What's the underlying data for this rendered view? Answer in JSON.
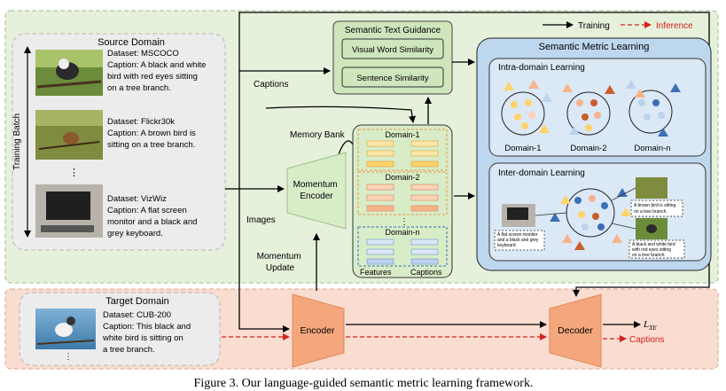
{
  "caption": "Figure 3. Our language-guided semantic metric learning framework.",
  "legend": {
    "training": "Training",
    "inference": "Inference"
  },
  "source": {
    "title": "Source Domain",
    "batch_label": "Training Batch",
    "items": [
      {
        "dataset": "Dataset: MSCOCO",
        "cap1": "Caption: A black and white",
        "cap2": "bird with red eyes sitting",
        "cap3": "on a tree branch."
      },
      {
        "dataset": "Dataset: Flickr30k",
        "cap1": "Caption: A brown bird is",
        "cap2": "sitting on a tree branch.",
        "cap3": ""
      },
      {
        "dataset": "Dataset: VizWiz",
        "cap1": "Caption:  A  flat  screen",
        "cap2": "monitor and a black and",
        "cap3": "grey keyboard."
      }
    ],
    "ellipsis": "⋮"
  },
  "labels": {
    "captions": "Captions",
    "images": "Images",
    "memory_bank": "Memory Bank",
    "momentum_encoder_1": "Momentum",
    "momentum_encoder_2": "Encoder",
    "momentum_update_1": "Momentum",
    "momentum_update_2": "Update",
    "encoder": "Encoder",
    "decoder": "Decoder",
    "loss": "L",
    "loss_sub": "XE",
    "out_captions": "Captions"
  },
  "guidance": {
    "title": "Semantic Text Guidance",
    "items": [
      "Visual Word Similarity",
      "Sentence Similarity"
    ]
  },
  "memory": {
    "domains": [
      "Domain-1",
      "Domain-2",
      "Domain-n"
    ],
    "features": "Features",
    "captions": "Captions",
    "ellipsis": "⋮"
  },
  "sml": {
    "title": "Semantic Metric Learning",
    "intra_title": "Intra-domain Learning",
    "intra_domains": [
      "Domain-1",
      "Domain-2",
      "Domain-n"
    ],
    "inter_title": "Inter-domain Learning",
    "inter_captions": [
      [
        "A brown bird is sitting",
        "on a tree branch."
      ],
      [
        "A flat screen monitor",
        "and a black and grey",
        "keyboard."
      ],
      [
        "A black and white bird",
        "with red eyes sitting",
        "on a tree branch."
      ]
    ]
  },
  "target": {
    "title": "Target Domain",
    "dataset": "Dataset: CUB-200",
    "cap1": "Caption: This black and",
    "cap2": "white bird  is  sitting on",
    "cap3": "a tree branch.",
    "ellipsis": "⋮"
  },
  "colors": {
    "source_bg": "#e6f1dc",
    "target_bg": "#f9ddd0",
    "guidance_bg": "#cfe6bd",
    "sml_bg": "#bdd7ee",
    "encoder": "#f4a67c",
    "momentum": "#d8ecc8",
    "inference": "#d62020",
    "yellow": "#ffd36a",
    "orange": "#f6b48c",
    "blue": "#bcd2ee",
    "dark_blue": "#3b6fb6"
  }
}
